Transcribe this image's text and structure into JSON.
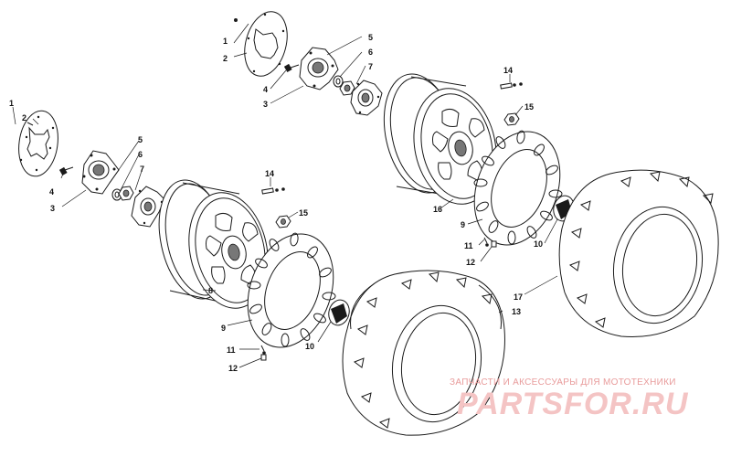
{
  "callouts": {
    "l1": "1",
    "l2": "2",
    "l3": "3",
    "l4": "4",
    "l5": "5",
    "l6": "6",
    "l7": "7",
    "l8": "8",
    "l9": "9",
    "l10": "10",
    "l11": "11",
    "l12": "12",
    "l14": "14",
    "l15": "15",
    "r1": "1",
    "r2": "2",
    "r3": "3",
    "r4": "4",
    "r5": "5",
    "r6": "6",
    "r7": "7",
    "r9": "9",
    "r10": "10",
    "r11": "11",
    "r12": "12",
    "r14": "14",
    "r15": "15",
    "r16": "16",
    "t13": "13",
    "t17": "17"
  },
  "watermark": {
    "caption": "ЗАПЧАСТИ И АКСЕССУАРЫ ДЛЯ МОТОТЕХНИКИ",
    "logo": "PARTSFOR.RU"
  }
}
